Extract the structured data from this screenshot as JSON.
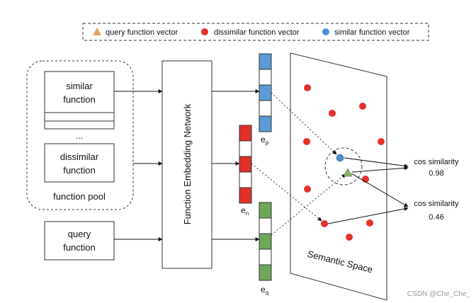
{
  "legend": {
    "query": "query function vector",
    "dissimilar": "dissimilar function vector",
    "similar": "similar function vector"
  },
  "pool": {
    "similar_line1": "similar",
    "similar_line2": "function",
    "ellipsis": "...",
    "dissimilar_line1": "dissimilar",
    "dissimilar_line2": "function",
    "label": "function pool"
  },
  "query_box": {
    "line1": "query",
    "line2": "function"
  },
  "network_label": "Function Embedding Network",
  "vectors": {
    "ep": {
      "base": "e",
      "sub": "p"
    },
    "en": {
      "base": "e",
      "sub": "n"
    },
    "eq": {
      "base": "e",
      "sub": "q"
    }
  },
  "semantic_space_label": "Semantic Space",
  "cos_top": {
    "label": "cos similarity",
    "value": "0.98"
  },
  "cos_bottom": {
    "label": "cos similarity",
    "value": "0.46"
  },
  "watermark": "CSDN @Che_Che_",
  "colors": {
    "query": "#8bbb5f",
    "dissimilar": "#e4312b",
    "similar": "#4a90d9",
    "legend_triangle": "#e8a15a",
    "vector_blue": "#5b9bd5",
    "vector_red": "#e0302a",
    "vector_green": "#6ea65a"
  }
}
